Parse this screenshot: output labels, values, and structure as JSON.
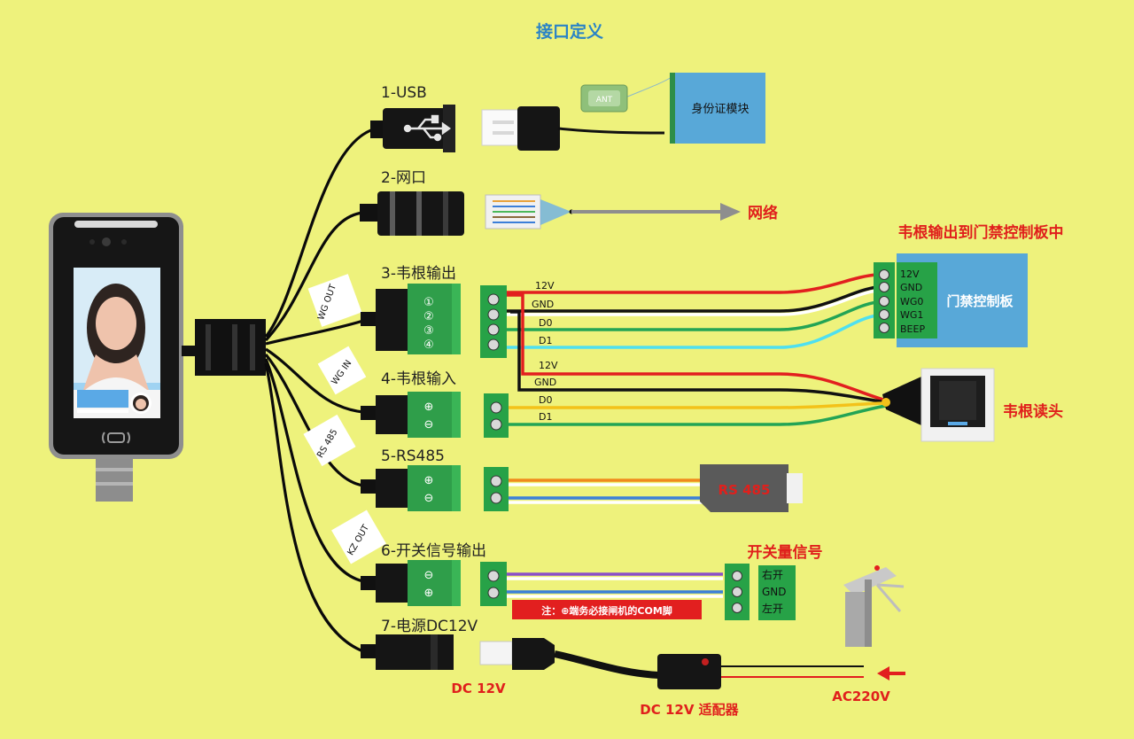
{
  "title": "接口定义",
  "colors": {
    "background": "#eef27c",
    "title_blue": "#2a83c6",
    "label_red": "#e0201c",
    "terminal_green": "#27a247",
    "module_blue": "#58a8d8",
    "wire_red": "#e21f1f",
    "wire_black": "#111111",
    "wire_white": "#ffffff",
    "wire_green": "#23a455",
    "wire_cyan": "#4fe0f0",
    "wire_yellow": "#f3c21a",
    "wire_orange": "#f08a1c",
    "wire_blue": "#3c7fd8",
    "wire_purple": "#8a4fc8"
  },
  "ports": [
    {
      "label": "1-USB"
    },
    {
      "label": "2-网口"
    },
    {
      "label": "3-韦根输出",
      "tag": "WG OUT",
      "pins": [
        "①",
        "②",
        "③",
        "④"
      ]
    },
    {
      "label": "4-韦根输入",
      "tag": "WG IN",
      "pins": [
        "⊕",
        "⊖"
      ]
    },
    {
      "label": "5-RS485",
      "tag": "RS 485",
      "pins": [
        "⊕",
        "⊖"
      ]
    },
    {
      "label": "6-开关信号输出",
      "tag": "KZ OUT",
      "pins": [
        "⊖",
        "⊕"
      ]
    },
    {
      "label": "7-电源DC12V"
    }
  ],
  "usb": {
    "antenna": "ANT",
    "module": "身份证模块"
  },
  "network": {
    "label": "网络"
  },
  "wg_out": {
    "heading": "韦根输出到门禁控制板中",
    "wires": [
      "12V",
      "GND",
      "D0",
      "D1"
    ],
    "board_pins": [
      "12V",
      "GND",
      "WG0",
      "WG1",
      "BEEP"
    ],
    "board": "门禁控制板"
  },
  "wg_in": {
    "wires": [
      "12V",
      "GND",
      "D0",
      "D1"
    ],
    "reader": "韦根读头"
  },
  "rs485": {
    "converter": "RS 485"
  },
  "switch": {
    "heading": "开关量信号",
    "pins": [
      "右开",
      "GND",
      "左开"
    ],
    "note": "注：⊕端务必接闸机的COM脚"
  },
  "power": {
    "plug": "DC 12V",
    "adapter": "DC 12V 适配器",
    "mains": "AC220V"
  },
  "icons": [
    "face-terminal-icon",
    "usb-icon",
    "rj45-icon",
    "rfid-icon",
    "turnstile-icon",
    "card-reader-icon",
    "arrow-right-icon",
    "arrow-left-icon"
  ]
}
